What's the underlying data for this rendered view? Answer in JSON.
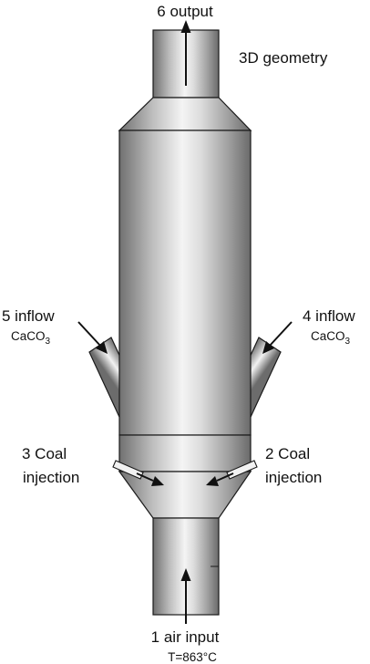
{
  "labels": {
    "output": "6 output",
    "geometry": "3D geometry",
    "inflow_left_title": "5 inflow",
    "inflow_left_formula_main": "CaCO",
    "inflow_left_formula_sub": "3",
    "inflow_right_title": "4 inflow",
    "inflow_right_formula_main": "CaCO",
    "inflow_right_formula_sub": "3",
    "coal_left_line1": "3 Coal",
    "coal_left_line2": "injection",
    "coal_right_line1": "2 Coal",
    "coal_right_line2": "injection",
    "air_input": "1 air input",
    "temperature": "T=863°C"
  },
  "colors": {
    "edge": "#1a1a1a",
    "arrow": "#111111",
    "metal_dark": "#6e6e6e",
    "metal_light": "#fafafa",
    "background": "#ffffff"
  }
}
